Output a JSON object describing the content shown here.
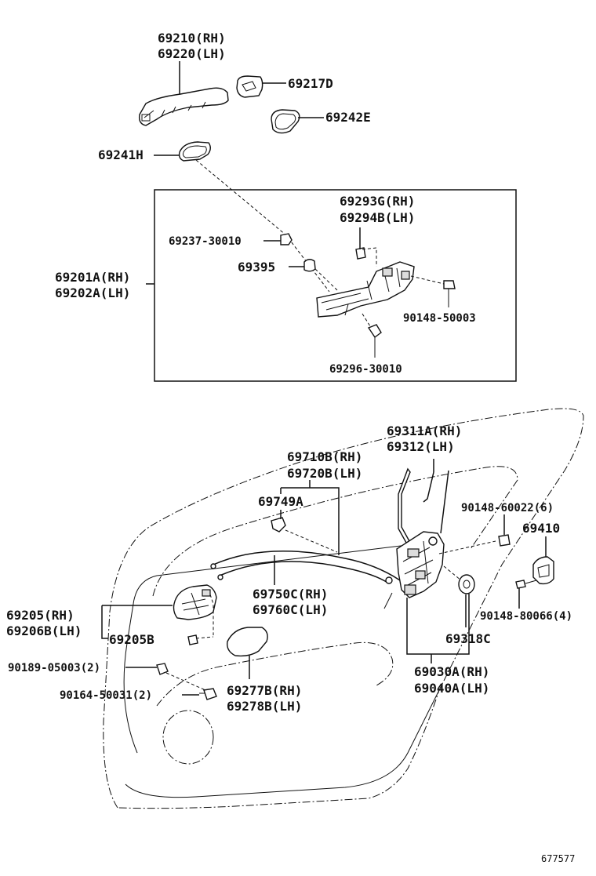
{
  "labels": {
    "handle_outer_rh": "69210(RH)",
    "handle_outer_lh": "69220(LH)",
    "cap": "69217D",
    "pad_e": "69242E",
    "pad_h": "69241H",
    "frame_rh": "69293G(RH)",
    "frame_lh": "69294B(LH)",
    "bolt_69237": "69237-30010",
    "plug_69395": "69395",
    "frame_assy_rh": "69201A(RH)",
    "frame_assy_lh": "69202A(LH)",
    "screw_90148_50003": "90148-50003",
    "screw_69296": "69296-30010",
    "rod_rh": "69311A(RH)",
    "rod_lh": "69312(LH)",
    "cable_rh": "69710B(RH)",
    "cable_lh": "69720B(LH)",
    "clamp": "69749A",
    "screw_90148_60022": "90148-60022(6)",
    "striker": "69410",
    "cable2_rh": "69750C(RH)",
    "cable2_lh": "69760C(LH)",
    "inner_handle_rh": "69205(RH)",
    "inner_handle_lh": "69206B(LH)",
    "screw_90148_80066": "90148-80066(4)",
    "inner_handle_part": "69205B",
    "bushing": "69318C",
    "clip_90189": "90189-05003(2)",
    "bezel_rh": "69277B(RH)",
    "bezel_lh": "69278B(LH)",
    "lock_rh": "69030A(RH)",
    "lock_lh": "69040A(LH)",
    "clip_90164": "90164-50031(2)",
    "diagram_id": "677577"
  }
}
